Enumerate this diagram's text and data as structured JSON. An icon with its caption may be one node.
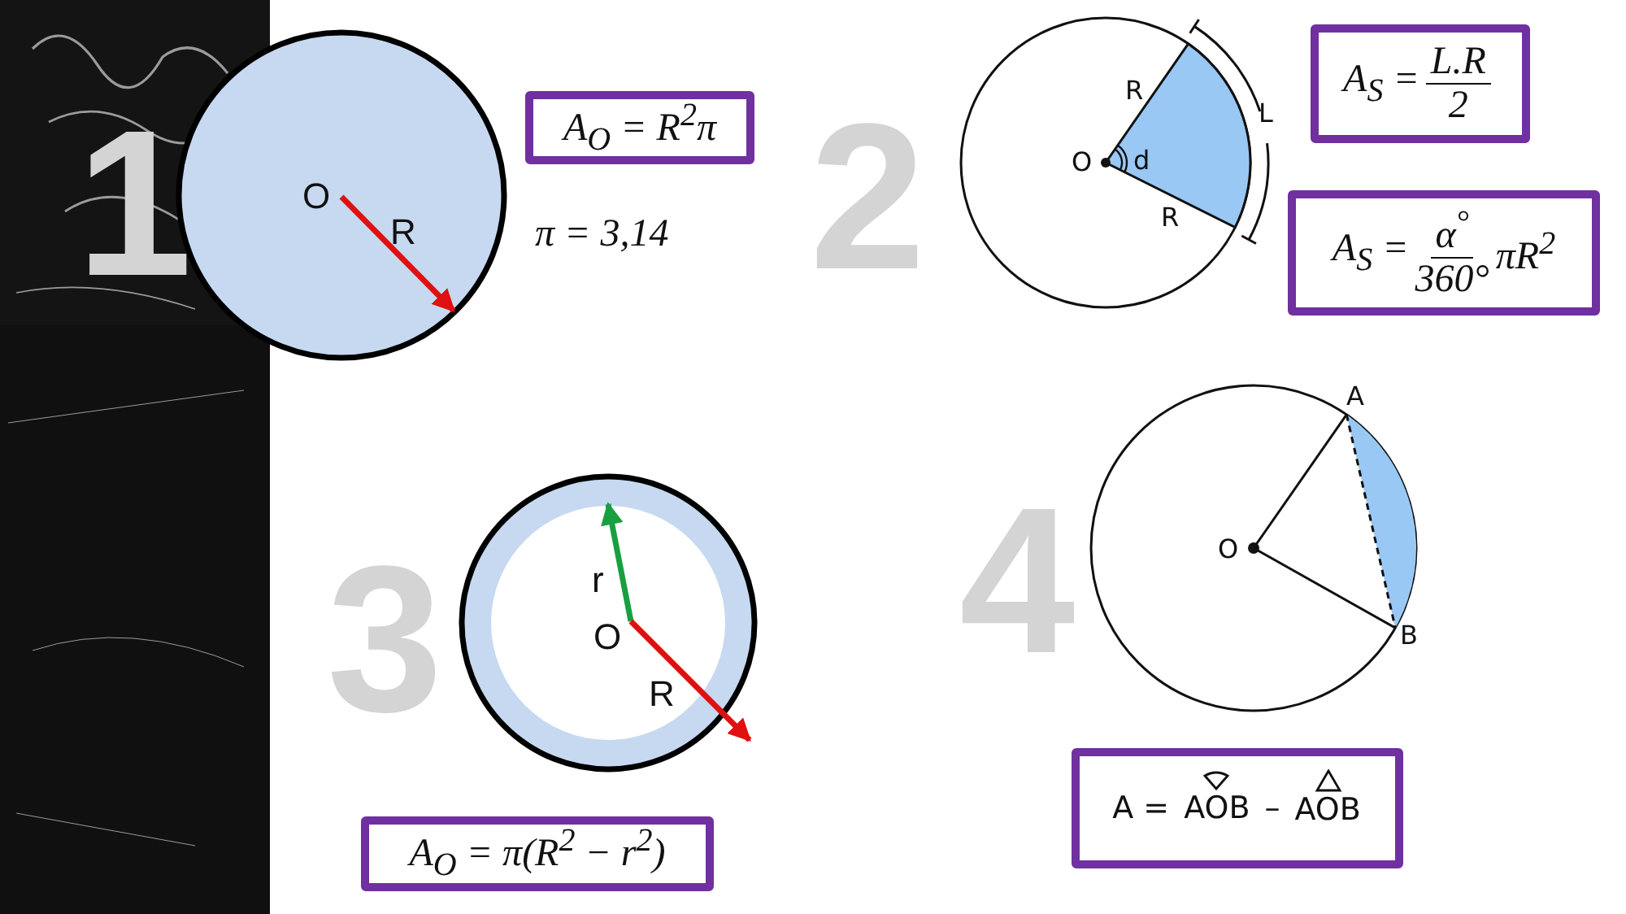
{
  "diagram": {
    "nodes": [
      {
        "text": [
          "A$_{O}$ = R$^{2}$π"
        ]
      },
      {
        "text": [
          "A$_{S}$ =",
          "L.R",
          "2"
        ]
      },
      {
        "text": [
          "A$_{S}$ =",
          "α$^{°}$",
          "360°",
          "πR$^{2}$"
        ]
      },
      {
        "text": [
          "A$_{O}$ = π(R$^{2}$ − r$^{2}$)"
        ]
      },
      {
        "text": [
          "A =",
          "AOB",
          "–",
          "AOB"
        ]
      }
    ],
    "labels": [
      "1",
      "O",
      "R",
      "π = 3,14",
      "2",
      "R",
      "L",
      "O",
      "d",
      "R",
      "3",
      "r",
      "O",
      "R",
      "4",
      "A",
      "O",
      "B"
    ]
  }
}
